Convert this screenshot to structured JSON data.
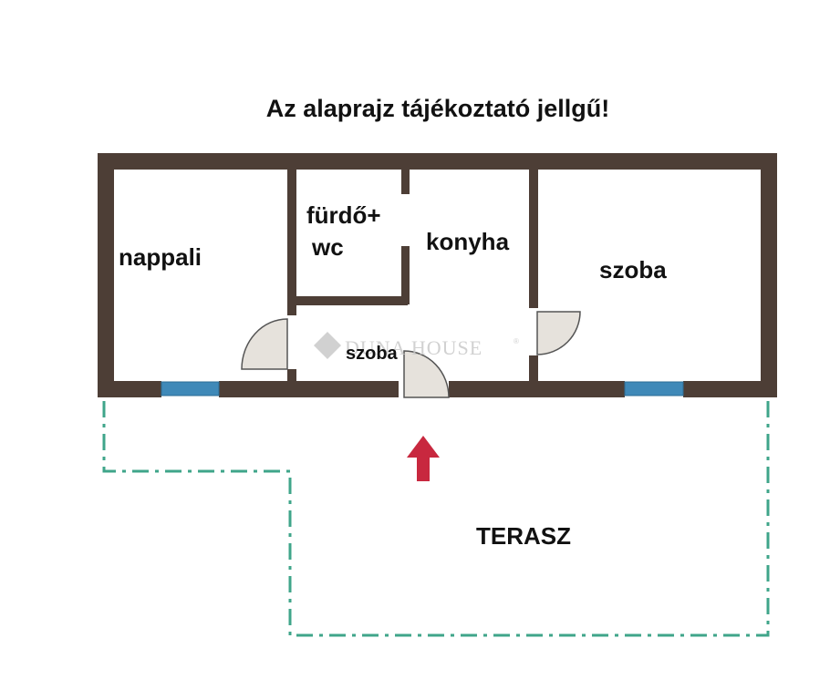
{
  "title": "Az alaprajz tájékoztató jellgű!",
  "rooms": {
    "nappali": "nappali",
    "furdo_line1": "fürdő+",
    "furdo_line2": "wc",
    "konyha": "konyha",
    "szoba": "szoba",
    "elo_szoba": "szoba",
    "terasz": "TERASZ"
  },
  "watermark": {
    "text": "DUNA HOUSE",
    "mark": "®"
  },
  "colors": {
    "wall": "#4d3e36",
    "door": "#e6e2dc",
    "window": "#3f89b8",
    "terrace_line": "#3fa58a",
    "arrow": "#c8283f"
  },
  "icons": {
    "entrance": "entrance-arrow-icon",
    "watermark": "duna-house-logo-icon"
  }
}
